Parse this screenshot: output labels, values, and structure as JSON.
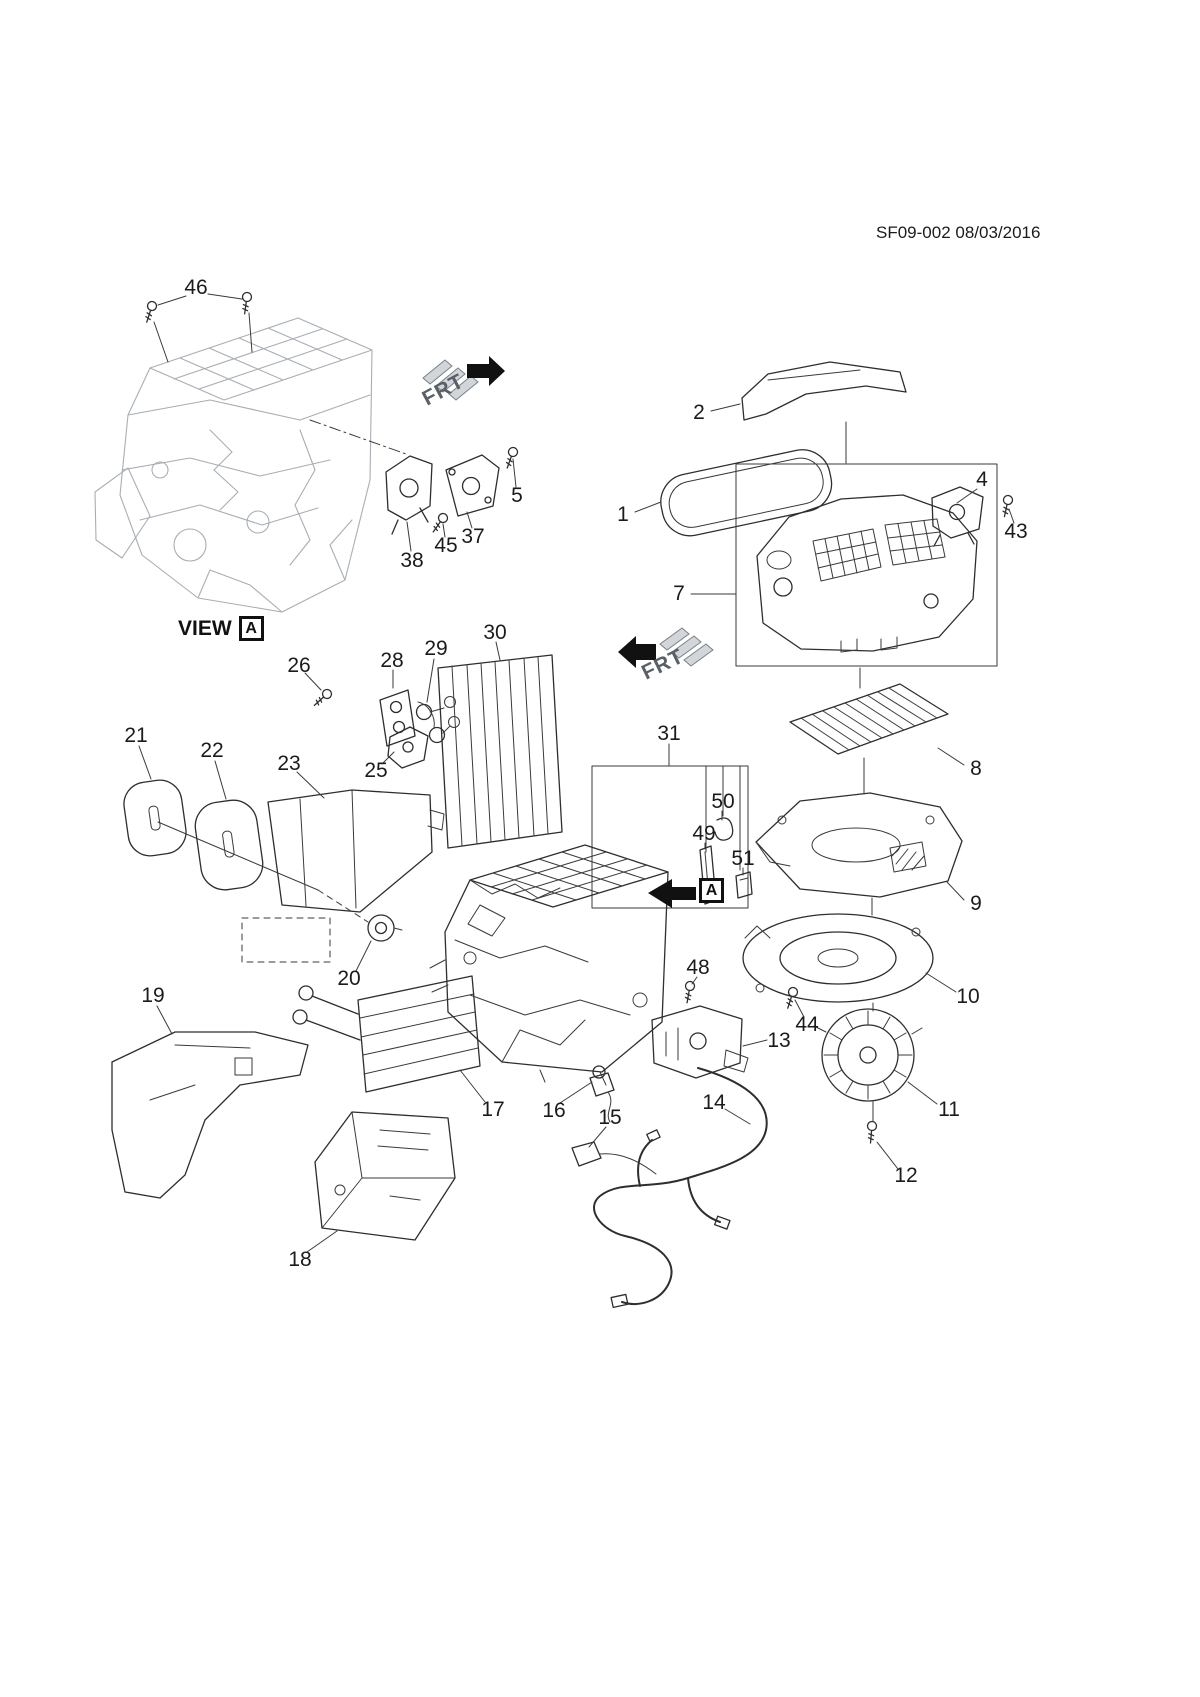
{
  "header": {
    "doc_id": "SF09-002 08/03/2016"
  },
  "view": {
    "label": "VIEW",
    "box": "A"
  },
  "frt": {
    "first": "FRT",
    "second": "FRT"
  },
  "colors": {
    "line": "#2e2e2e",
    "ghost": "#a8aeb4",
    "background": "#ffffff"
  },
  "callouts": {
    "c1": "1",
    "c2": "2",
    "c4": "4",
    "c5": "5",
    "c7": "7",
    "c8": "8",
    "c9": "9",
    "c10": "10",
    "c11": "11",
    "c12": "12",
    "c13": "13",
    "c14": "14",
    "c15": "15",
    "c16": "16",
    "c17": "17",
    "c18": "18",
    "c19": "19",
    "c20": "20",
    "c21": "21",
    "c22": "22",
    "c23": "23",
    "c25": "25",
    "c26": "26",
    "c28": "28",
    "c29": "29",
    "c30": "30",
    "c31": "31",
    "c37": "37",
    "c38": "38",
    "c43": "43",
    "c44": "44",
    "c45": "45",
    "c46": "46",
    "c48": "48",
    "c49": "49",
    "c50": "50",
    "c51": "51"
  }
}
